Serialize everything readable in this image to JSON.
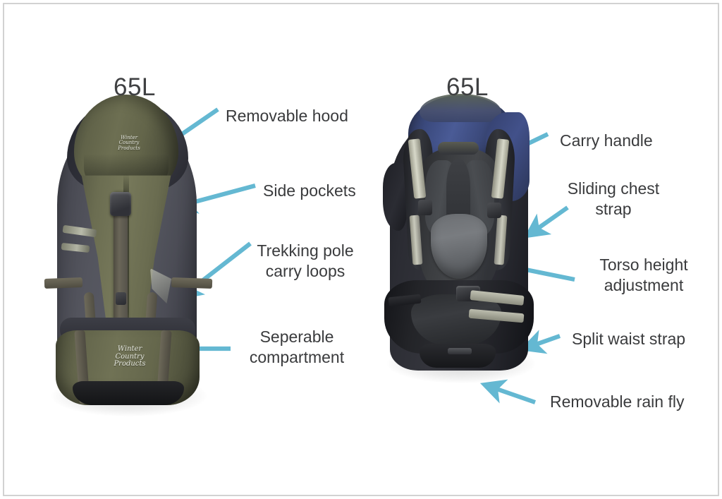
{
  "document": {
    "kind": "product-feature-diagram",
    "subject": "65L hiking backpack",
    "background_color": "#ffffff",
    "border_color": "#d2d2d2",
    "accent_color": "#64b8d2",
    "text_color": "#3a3b3d"
  },
  "products": [
    {
      "id": "front-view",
      "title": "65L",
      "view": "front",
      "logo_lines": [
        "Winter",
        "Country",
        "Products"
      ]
    },
    {
      "id": "back-view",
      "title": "65L",
      "view": "back",
      "logo_lines": []
    }
  ],
  "callouts": {
    "left": [
      {
        "id": "removable-hood",
        "label": "Removable hood"
      },
      {
        "id": "side-pockets",
        "label": "Side pockets"
      },
      {
        "id": "trekking-pole-carry-loops",
        "label": "Trekking pole\ncarry loops"
      },
      {
        "id": "seperable-compartment",
        "label": "Seperable\ncompartment"
      }
    ],
    "right": [
      {
        "id": "carry-handle",
        "label": "Carry handle"
      },
      {
        "id": "sliding-chest-strap",
        "label": "Sliding chest\nstrap"
      },
      {
        "id": "torso-height-adjustment",
        "label": "Torso height\nadjustment"
      },
      {
        "id": "split-waist-strap",
        "label": "Split waist strap"
      },
      {
        "id": "removable-rain-fly",
        "label": "Removable rain fly"
      }
    ]
  }
}
